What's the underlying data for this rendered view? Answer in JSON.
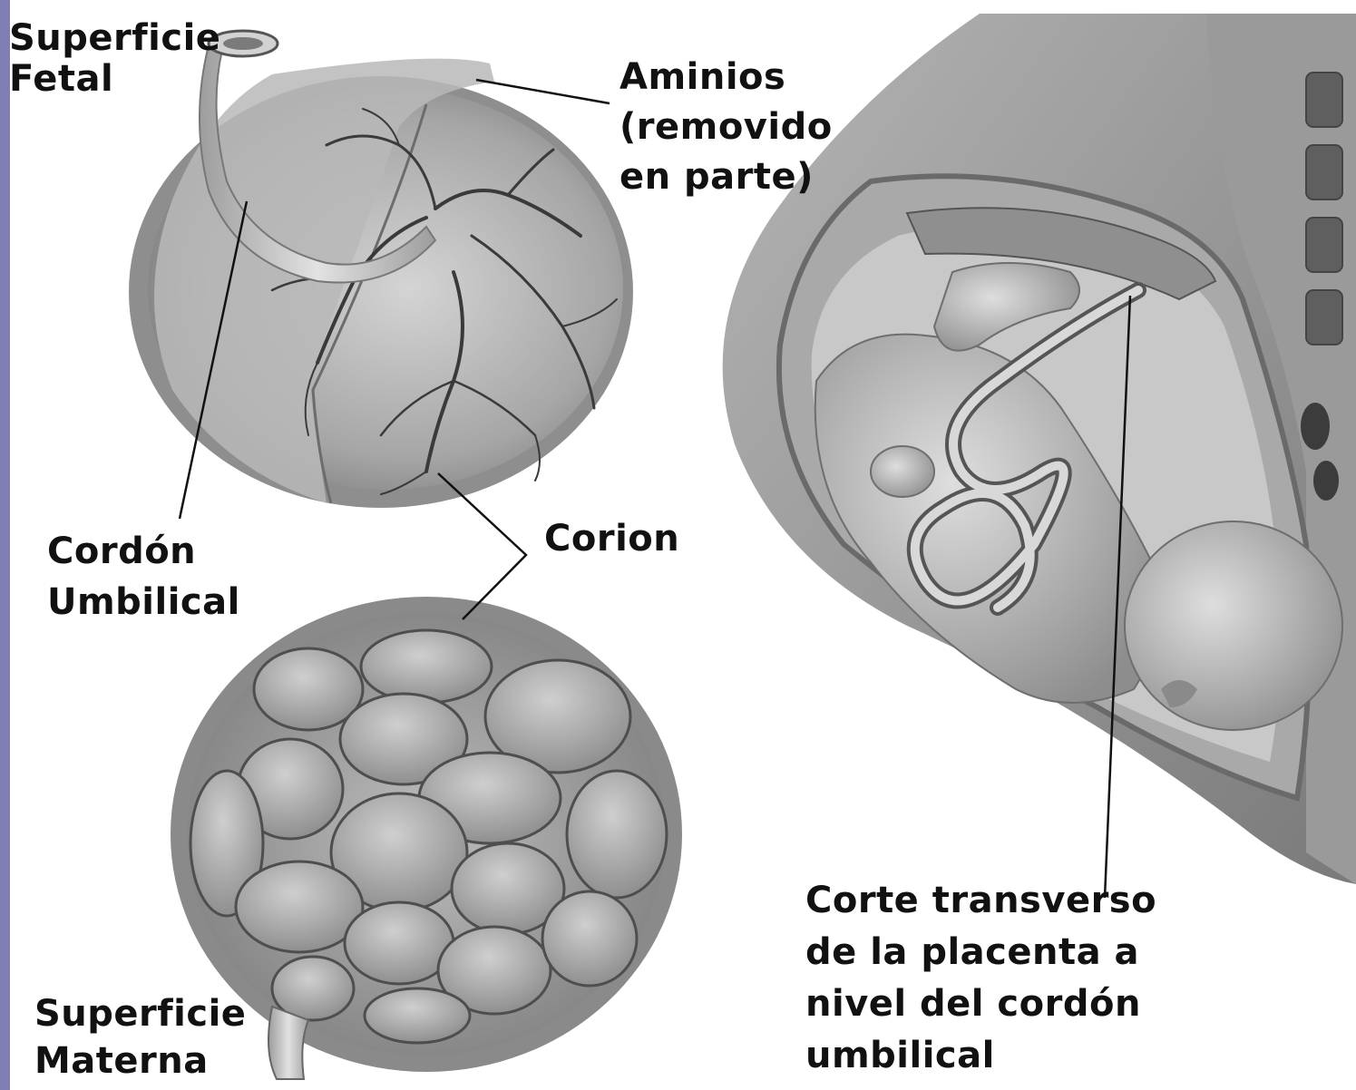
{
  "labels": {
    "fetal_surface": [
      "Superficie",
      "Fetal"
    ],
    "amnion": [
      "Aminios",
      "(removido",
      "en parte)"
    ],
    "umbilical_cord": [
      "Cordón",
      "Umbilical"
    ],
    "chorion": [
      "Corion"
    ],
    "maternal_surface": [
      "Superficie",
      "Materna"
    ],
    "cross_section": [
      "Corte transverso",
      "de la placenta a",
      "nivel del cordón",
      "umbilical"
    ]
  },
  "colors": {
    "left_bar": "#7f7fb6",
    "text": "#111111",
    "illustration_gray": "#9a9a9a"
  }
}
